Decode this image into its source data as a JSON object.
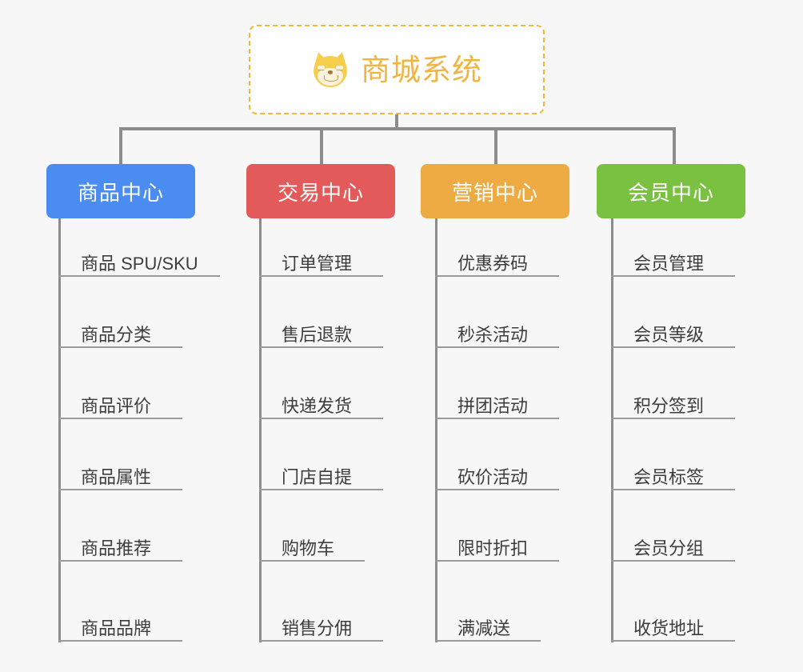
{
  "diagram": {
    "type": "mindmap-tree",
    "background_color": "#f7f7f7",
    "root": {
      "title": "商城系统",
      "icon": "shiba-dog-face-icon",
      "border_color": "#f2b73d",
      "text_color": "#f2b441",
      "fill_color": "#ffffff"
    },
    "connector_color": "#8c8c8c",
    "categories": [
      {
        "label": "商品中心",
        "color": "#4a8cf0",
        "items": [
          "商品 SPU/SKU",
          "商品分类",
          "商品评价",
          "商品属性",
          "商品推荐",
          "商品品牌"
        ]
      },
      {
        "label": "交易中心",
        "color": "#e25a59",
        "items": [
          "订单管理",
          "售后退款",
          "快递发货",
          "门店自提",
          "购物车",
          "销售分佣"
        ]
      },
      {
        "label": "营销中心",
        "color": "#eeab43",
        "items": [
          "优惠券码",
          "秒杀活动",
          "拼团活动",
          "砍价活动",
          "限时折扣",
          "满减送"
        ]
      },
      {
        "label": "会员中心",
        "color": "#7ac142",
        "items": [
          "会员管理",
          "会员等级",
          "积分签到",
          "会员标签",
          "会员分组",
          "收货地址"
        ]
      }
    ]
  }
}
